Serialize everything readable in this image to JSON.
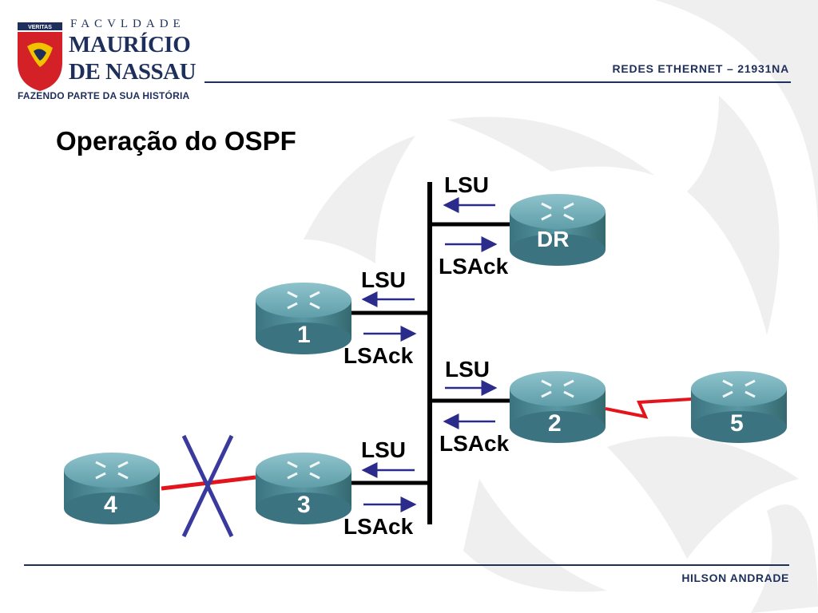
{
  "header": {
    "logo_top": "FACVLDADE",
    "logo_name_line1": "MAURÍCIO",
    "logo_name_line2": "DE NASSAU",
    "logo_shield_text": "VERITAS",
    "logo_tagline": "FAZENDO PARTE DA SUA HISTÓRIA",
    "course": "REDES ETHERNET – 21931NA"
  },
  "slide": {
    "title": "Operação do OSPF"
  },
  "diagram": {
    "routers": [
      {
        "id": "dr",
        "label": "DR"
      },
      {
        "id": "r1",
        "label": "1"
      },
      {
        "id": "r2",
        "label": "2"
      },
      {
        "id": "r3",
        "label": "3"
      },
      {
        "id": "r4",
        "label": "4"
      },
      {
        "id": "r5",
        "label": "5"
      }
    ],
    "messages": [
      {
        "id": "dr-lsu",
        "text": "LSU",
        "direction": "toward-bus"
      },
      {
        "id": "dr-lsack",
        "text": "LSAck",
        "direction": "toward-router"
      },
      {
        "id": "r1-lsu",
        "text": "LSU",
        "direction": "toward-router"
      },
      {
        "id": "r1-lsack",
        "text": "LSAck",
        "direction": "toward-bus"
      },
      {
        "id": "r2-lsu",
        "text": "LSU",
        "direction": "toward-router"
      },
      {
        "id": "r2-lsack",
        "text": "LSAck",
        "direction": "toward-bus"
      },
      {
        "id": "r3-lsu",
        "text": "LSU",
        "direction": "toward-router"
      },
      {
        "id": "r3-lsack",
        "text": "LSAck",
        "direction": "toward-bus"
      }
    ],
    "colors": {
      "arrow": "#2b2b8c",
      "serial_link": "#e3141b",
      "cross": "#3a3a9e",
      "router_body": "#4f8e9b",
      "bus": "#000000"
    }
  },
  "footer": {
    "author": "HILSON ANDRADE"
  }
}
